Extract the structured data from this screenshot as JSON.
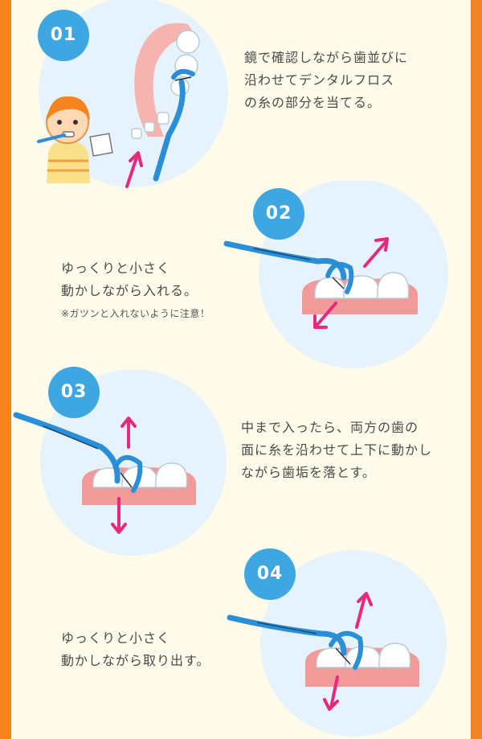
{
  "colors": {
    "frame": "#f7851f",
    "panel": "#fffbea",
    "circle": "#e6f3fc",
    "badge": "#3ea6e0",
    "floss": "#2a8fd6",
    "arrow": "#e6287f",
    "gum": "#f29999"
  },
  "steps": [
    {
      "number": "01",
      "lines": [
        "鏡で確認しながら歯並びに",
        "沿わせてデンタルフロス",
        "の糸の部分を当てる。"
      ]
    },
    {
      "number": "02",
      "lines": [
        "ゆっくりと小さく",
        "動かしながら入れる。"
      ],
      "note": "※ガツンと入れないように注意！"
    },
    {
      "number": "03",
      "lines": [
        "中まで入ったら、両方の歯の",
        "面に糸を沿わせて上下に動かし",
        "ながら歯垢を落とす。"
      ]
    },
    {
      "number": "04",
      "lines": [
        "ゆっくりと小さく",
        "動かしながら取り出す。"
      ]
    }
  ]
}
